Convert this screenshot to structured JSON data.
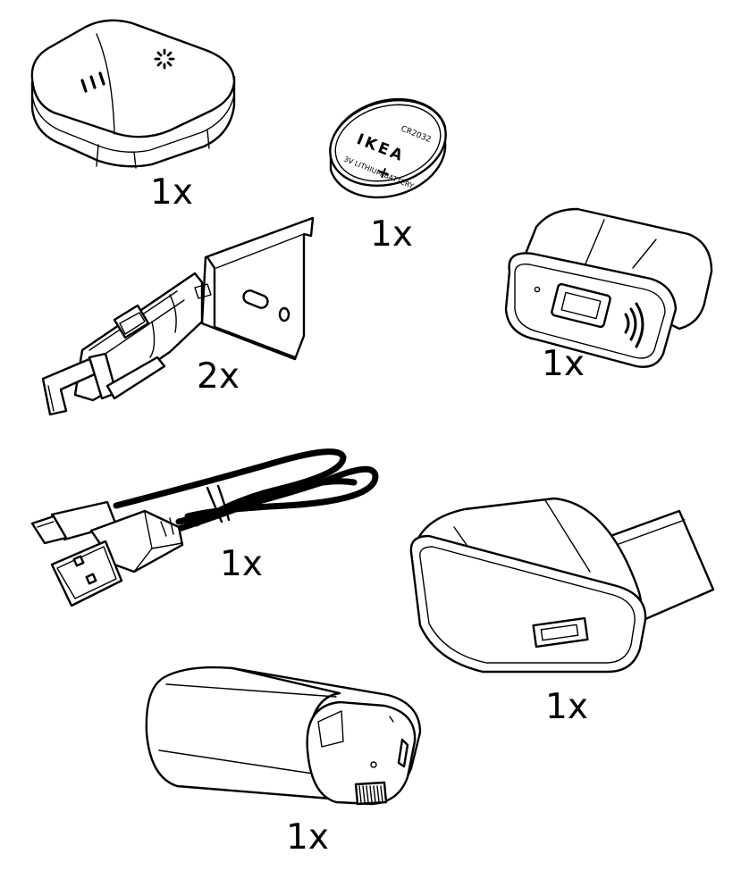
{
  "items": [
    {
      "id": "remote",
      "icon": "shortcut-button-icon",
      "quantity": "1x"
    },
    {
      "id": "battery-cell",
      "icon": "coin-battery-icon",
      "quantity": "1x",
      "battery_text": {
        "brand": "IKEA",
        "model": "CR2032",
        "description": "3V LITHIUM BATTERY",
        "polarity": "+"
      }
    },
    {
      "id": "hub",
      "icon": "usb-receiver-icon",
      "quantity": "1x"
    },
    {
      "id": "bracket",
      "icon": "mounting-bracket-icon",
      "quantity": "2x"
    },
    {
      "id": "cable",
      "icon": "usb-cable-icon",
      "quantity": "1x"
    },
    {
      "id": "adapter",
      "icon": "usb-adapter-icon",
      "quantity": "1x"
    },
    {
      "id": "battery-pack",
      "icon": "battery-pack-icon",
      "quantity": "1x"
    }
  ],
  "colors": {
    "line": "#000000",
    "fill": "#ffffff"
  }
}
